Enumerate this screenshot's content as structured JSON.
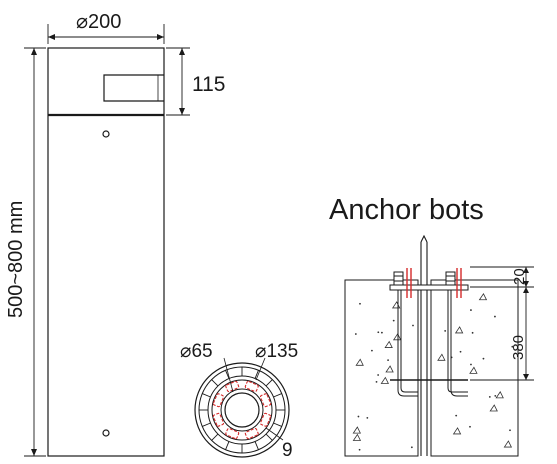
{
  "dimensions": {
    "top_diameter": "⌀200",
    "slot_height": "115",
    "total_height": "500~800 mm",
    "inner_diameter": "⌀65",
    "bolt_circle_diameter": "⌀135",
    "hole_size": "9",
    "bolt_projection": "20",
    "anchor_depth": "380"
  },
  "anchor": {
    "title": "Anchor bots"
  },
  "colors": {
    "line": "#1a1a1a",
    "highlight": "#d42b2b",
    "concrete_dots": "#333333"
  }
}
